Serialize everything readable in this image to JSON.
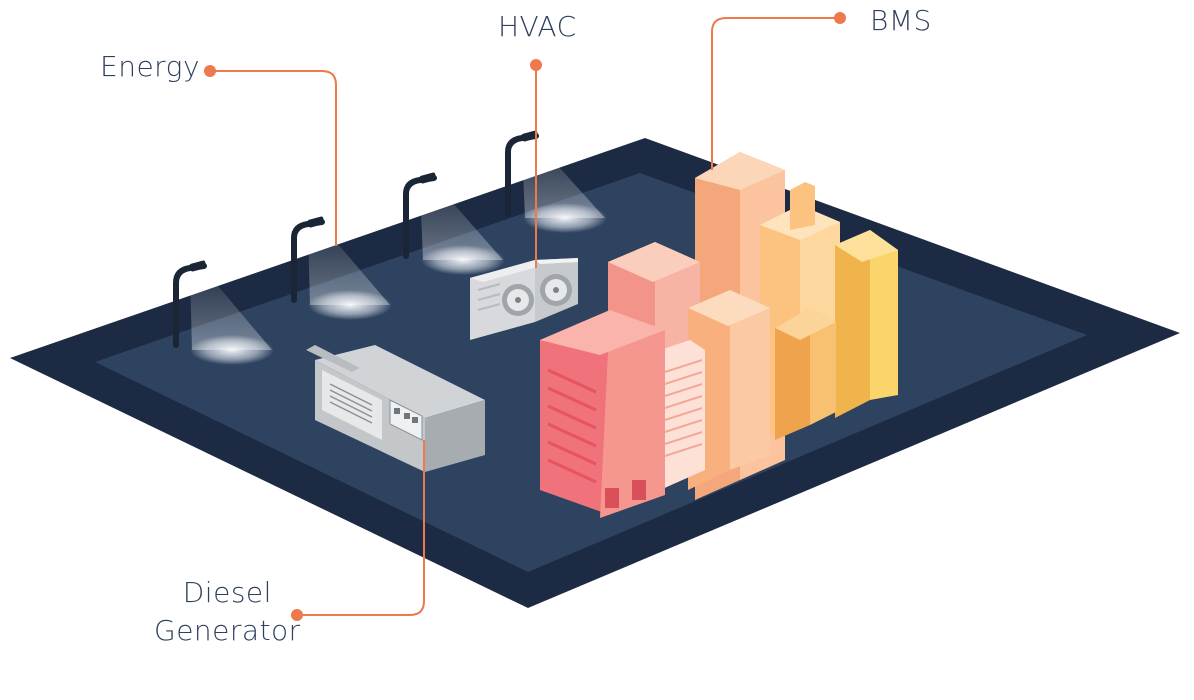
{
  "callouts": {
    "energy": "Energy",
    "hvac": "HVAC",
    "bms": "BMS",
    "diesel_line1": "Diesel",
    "diesel_line2": "Generator"
  },
  "colors": {
    "ground_border": "#1c2b43",
    "ground_fill": "#2e4360",
    "callout_line": "#ec7a4d",
    "label_text": "#2f3f5e"
  },
  "icons": [
    "street-light-icon",
    "hvac-unit-icon",
    "diesel-generator-icon",
    "building-icon"
  ]
}
